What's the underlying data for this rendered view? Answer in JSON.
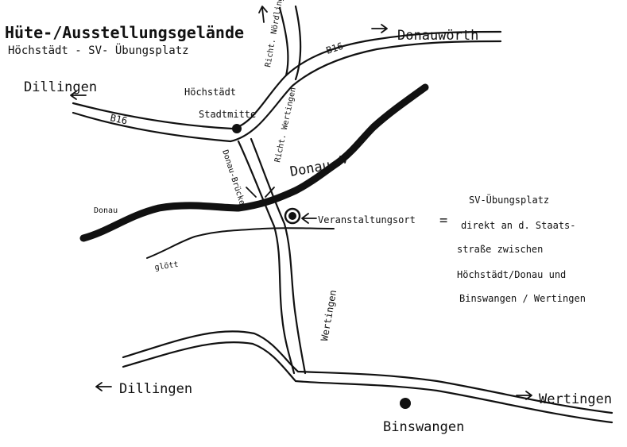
{
  "title": "Hüte-/Ausstellungsgelände",
  "subtitle": "Höchstädt - SV- Übungsplatz",
  "places": {
    "dillingen_nw": "Dillingen",
    "donauwoerth": "Donauwörth",
    "hoechstaedt": "Höchstädt",
    "stadtmitte": "Stadtmitte",
    "dillingen_sw": "Dillingen",
    "wertingen_se": "Wertingen",
    "binswangen": "Binswangen"
  },
  "roads": {
    "b16_west": "B16",
    "b16_east": "B16",
    "richt_noerdlingen": "Richt. Nördlingen",
    "richt_wertingen": "Richt. Wertingen",
    "wertingen_road": "Wertingen"
  },
  "water": {
    "donau_east": "Donau",
    "donau_west": "Donau",
    "donaubruecke": "Donau-Brücke",
    "glött": "glött"
  },
  "venue": {
    "label": "Veranstaltungsort",
    "note_lines": [
      "SV-Übungsplatz",
      "direkt an d. Staats-",
      "straße zwischen",
      "Höchstädt/Donau und",
      "Binswangen / Wertingen"
    ]
  }
}
